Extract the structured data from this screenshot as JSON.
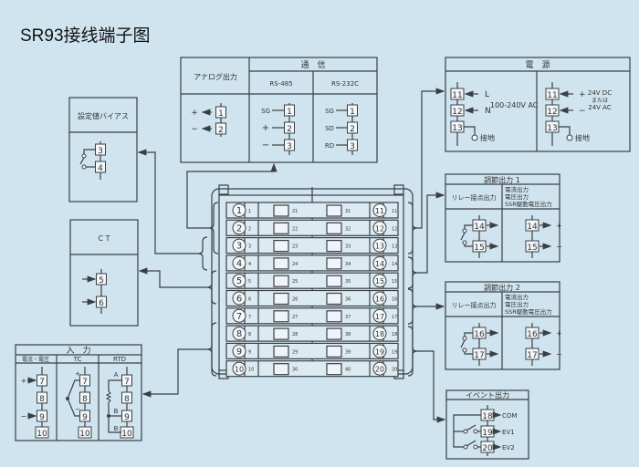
{
  "title": "SR93接线端子图",
  "colors": {
    "background": "#cfe4ee",
    "line": "#3a3f45",
    "box": "#f0f5f8"
  },
  "analog_output": {
    "header": "アナログ出力",
    "rows": [
      {
        "sign": "+",
        "terminal": "1"
      },
      {
        "sign": "−",
        "terminal": "2"
      }
    ]
  },
  "communication": {
    "header": "通　信",
    "rs485": {
      "label": "RS-485",
      "rows": [
        {
          "sig": "SG",
          "terminal": "1"
        },
        {
          "sig": "+",
          "terminal": "2"
        },
        {
          "sig": "−",
          "terminal": "3"
        }
      ]
    },
    "rs232c": {
      "label": "RS-232C",
      "rows": [
        {
          "sig": "SG",
          "terminal": "1"
        },
        {
          "sig": "SD",
          "terminal": "2"
        },
        {
          "sig": "RD",
          "terminal": "3"
        }
      ]
    }
  },
  "power": {
    "header": "電　源",
    "ac": {
      "rows": [
        {
          "terminal": "11",
          "sig": "L"
        },
        {
          "terminal": "12",
          "sig": "N"
        },
        {
          "terminal": "13"
        }
      ],
      "spec": "100-240V AC",
      "ground": "接地"
    },
    "dc": {
      "rows": [
        {
          "terminal": "11",
          "sig": "+"
        },
        {
          "terminal": "12",
          "sig": "−"
        },
        {
          "terminal": "13"
        }
      ],
      "spec_lines": [
        "24V DC",
        "または",
        "24V AC"
      ],
      "ground": "接地"
    }
  },
  "sv_bias": {
    "header": "設定値バイアス",
    "terminals": [
      "3",
      "4"
    ]
  },
  "ct": {
    "header": "C T",
    "terminals": [
      "5",
      "6"
    ]
  },
  "input": {
    "header": "入　力",
    "cols": [
      {
        "label": "電流・電圧",
        "terminals": [
          "7",
          "8",
          "9",
          "10"
        ],
        "signs": [
          "+",
          "−"
        ]
      },
      {
        "label": "TC",
        "terminals": [
          "7",
          "8",
          "9",
          "10"
        ],
        "signs": [
          "+",
          "−"
        ]
      },
      {
        "label": "RTD",
        "terminals": [
          "7",
          "8",
          "9",
          "10"
        ],
        "letters": [
          "A",
          "B",
          "B"
        ]
      }
    ]
  },
  "control_output_1": {
    "header": "調節出力 1",
    "relay_label": "リレー接点出力",
    "analog_label_lines": [
      "電流出力",
      "電圧出力",
      "SSR駆動電圧出力"
    ],
    "terminals": [
      "14",
      "15"
    ],
    "signs": [
      "+",
      "−"
    ]
  },
  "control_output_2": {
    "header": "調節出力 2",
    "relay_label": "リレー接点出力",
    "analog_label_lines": [
      "電流出力",
      "電圧出力",
      "SSR駆動電圧出力"
    ],
    "terminals": [
      "16",
      "17"
    ],
    "signs": [
      "+",
      "−"
    ]
  },
  "event_output": {
    "header": "イベント出力",
    "rows": [
      {
        "terminal": "18",
        "sig": "COM"
      },
      {
        "terminal": "19",
        "sig": "EV1"
      },
      {
        "terminal": "20",
        "sig": "EV2"
      }
    ]
  },
  "terminal_block": {
    "left": [
      "1",
      "2",
      "3",
      "4",
      "5",
      "6",
      "7",
      "8",
      "9",
      "10"
    ],
    "left_small": [
      "1",
      "2",
      "3",
      "4",
      "5",
      "6",
      "7",
      "8",
      "9",
      "10"
    ],
    "mid1": [
      "21",
      "22",
      "23",
      "24",
      "25",
      "26",
      "27",
      "28",
      "29",
      "30"
    ],
    "mid2": [
      "31",
      "32",
      "33",
      "34",
      "35",
      "36",
      "37",
      "38",
      "39",
      "40"
    ],
    "right": [
      "11",
      "12",
      "13",
      "14",
      "15",
      "16",
      "17",
      "18",
      "19",
      "20"
    ],
    "right_small": [
      "11",
      "12",
      "13",
      "14",
      "15",
      "16",
      "17",
      "18",
      "19",
      "20"
    ]
  }
}
